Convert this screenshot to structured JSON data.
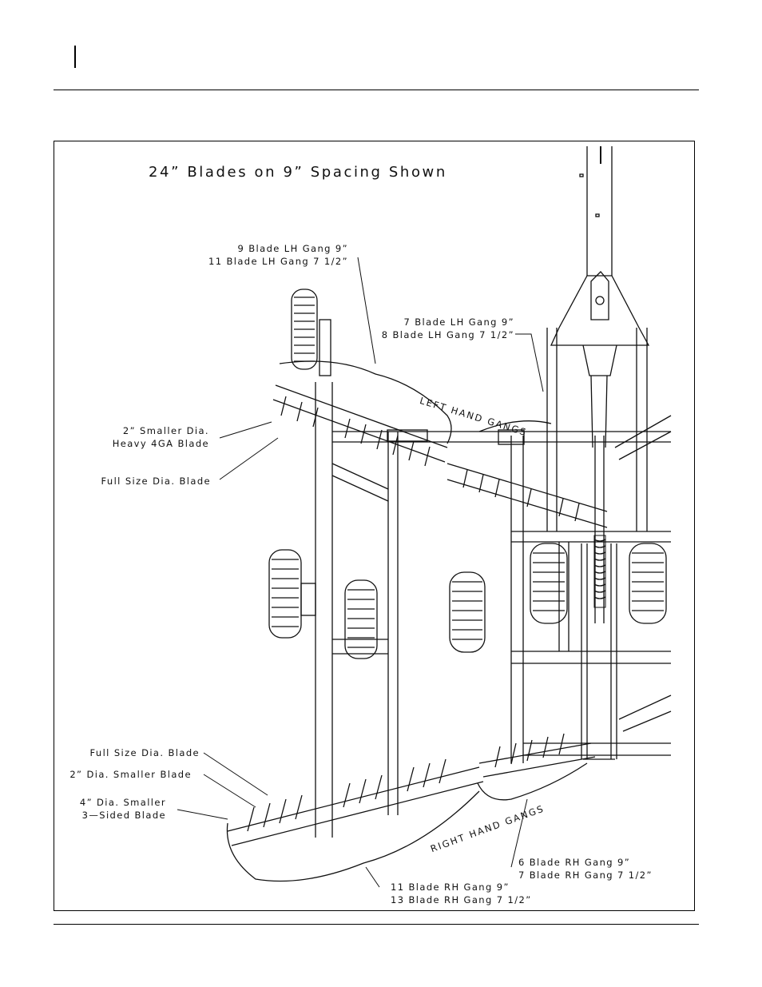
{
  "title": "24” Blades on 9” Spacing Shown",
  "labels": {
    "lh_outer_1": "9 Blade LH Gang 9”",
    "lh_outer_2": "11 Blade LH Gang 7 1/2”",
    "lh_inner_1": "7 Blade LH Gang 9”",
    "lh_inner_2": "8 Blade LH Gang 7 1/2”",
    "smaller_heavy_1": "2” Smaller Dia.",
    "smaller_heavy_2": "Heavy 4GA Blade",
    "full_size_top": "Full Size Dia. Blade",
    "full_size_bottom": "Full Size Dia. Blade",
    "two_inch_smaller": "2” Dia. Smaller Blade",
    "four_inch_1": "4” Dia. Smaller",
    "four_inch_2": "3—Sided Blade",
    "left_hand_gangs": "LEFT HAND GANGS",
    "right_hand_gangs": "RIGHT HAND GANGS",
    "rh_inner_1": "6 Blade RH Gang 9”",
    "rh_inner_2": "7 Blade RH Gang 7 1/2”",
    "rh_outer_1": "11 Blade RH Gang 9”",
    "rh_outer_2": "13 Blade RH Gang 7 1/2”"
  }
}
